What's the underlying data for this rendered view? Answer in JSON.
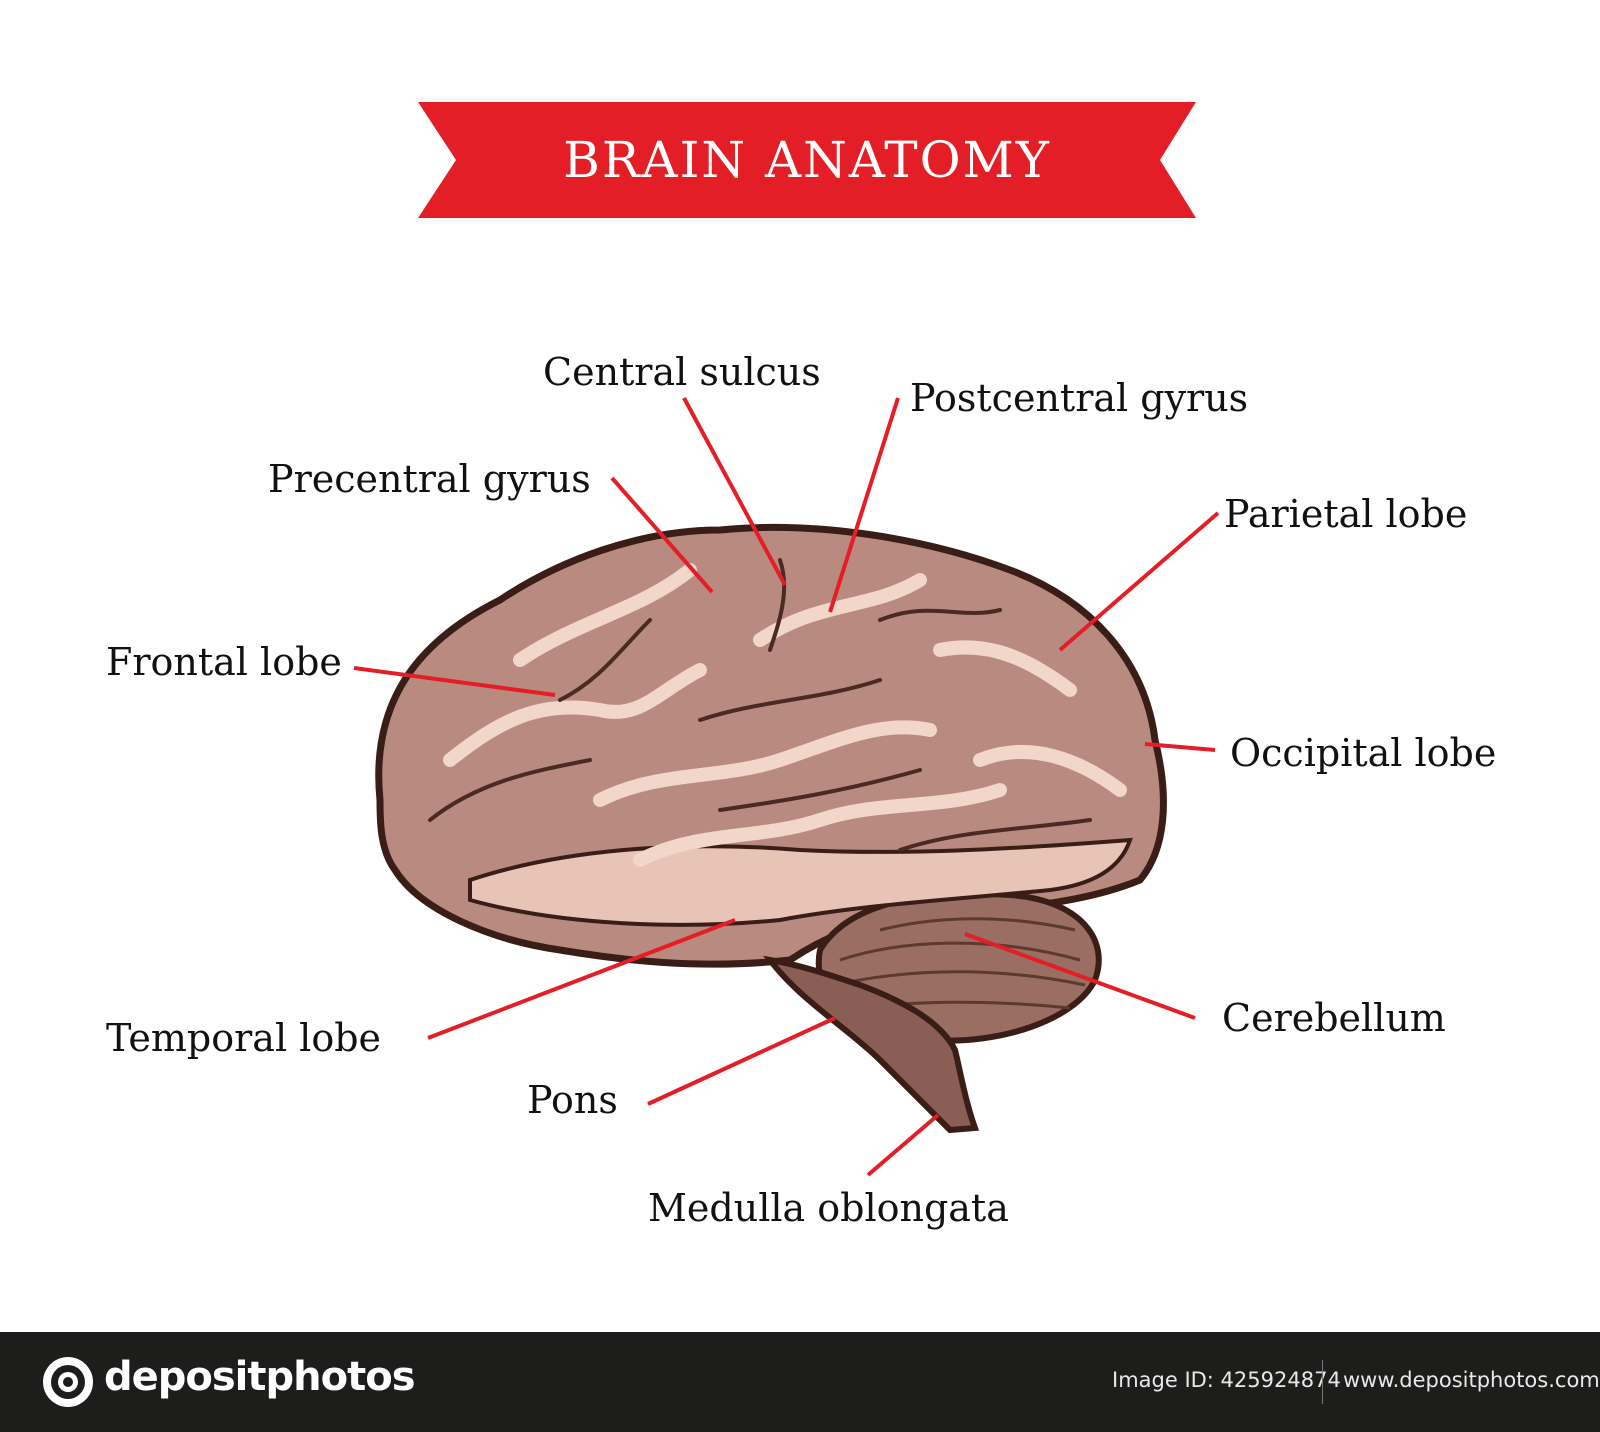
{
  "title": "BRAIN ANATOMY",
  "colors": {
    "accent": "#e41e26",
    "brain_dark": "#8b5e55",
    "brain_mid": "#b98b80",
    "brain_light": "#f1d6c9",
    "outline": "#3b1d17",
    "footer_bg": "#1d1d1b"
  },
  "labels": {
    "central_sulcus": "Central sulcus",
    "postcentral_gyrus": "Postcentral gyrus",
    "precentral_gyrus": "Precentral gyrus",
    "parietal_lobe": "Parietal lobe",
    "frontal_lobe": "Frontal lobe",
    "occipital_lobe": "Occipital lobe",
    "temporal_lobe": "Temporal lobe",
    "cerebellum": "Cerebellum",
    "pons": "Pons",
    "medulla_oblongata": "Medulla oblongata"
  },
  "footer": {
    "logo_text": "depositphotos",
    "logo_icon": "camera-icon",
    "image_id": "Image ID: 425924874",
    "site": "www.depositphotos.com"
  }
}
